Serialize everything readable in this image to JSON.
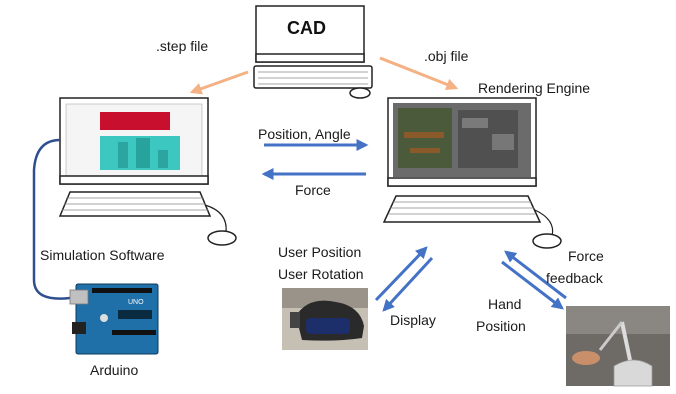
{
  "nodes": {
    "cad": "CAD",
    "rendering_engine": "Rendering Engine",
    "simulation_software": "Simulation Software",
    "arduino": "Arduino",
    "arduino_board_text": "UNO"
  },
  "edges": {
    "step_file": ".step file",
    "obj_file": ".obj file",
    "position_angle": "Position, Angle",
    "force": "Force",
    "user_position": "User Position",
    "user_rotation": "User Rotation",
    "display": "Display",
    "force_feedback_1": "Force",
    "force_feedback_2": "feedback",
    "hand_1": "Hand",
    "hand_2": "Position"
  },
  "colors": {
    "blue_arrow": "#4472c4",
    "orange_arrow": "#f4b183",
    "wire": "#2f4f8f"
  }
}
